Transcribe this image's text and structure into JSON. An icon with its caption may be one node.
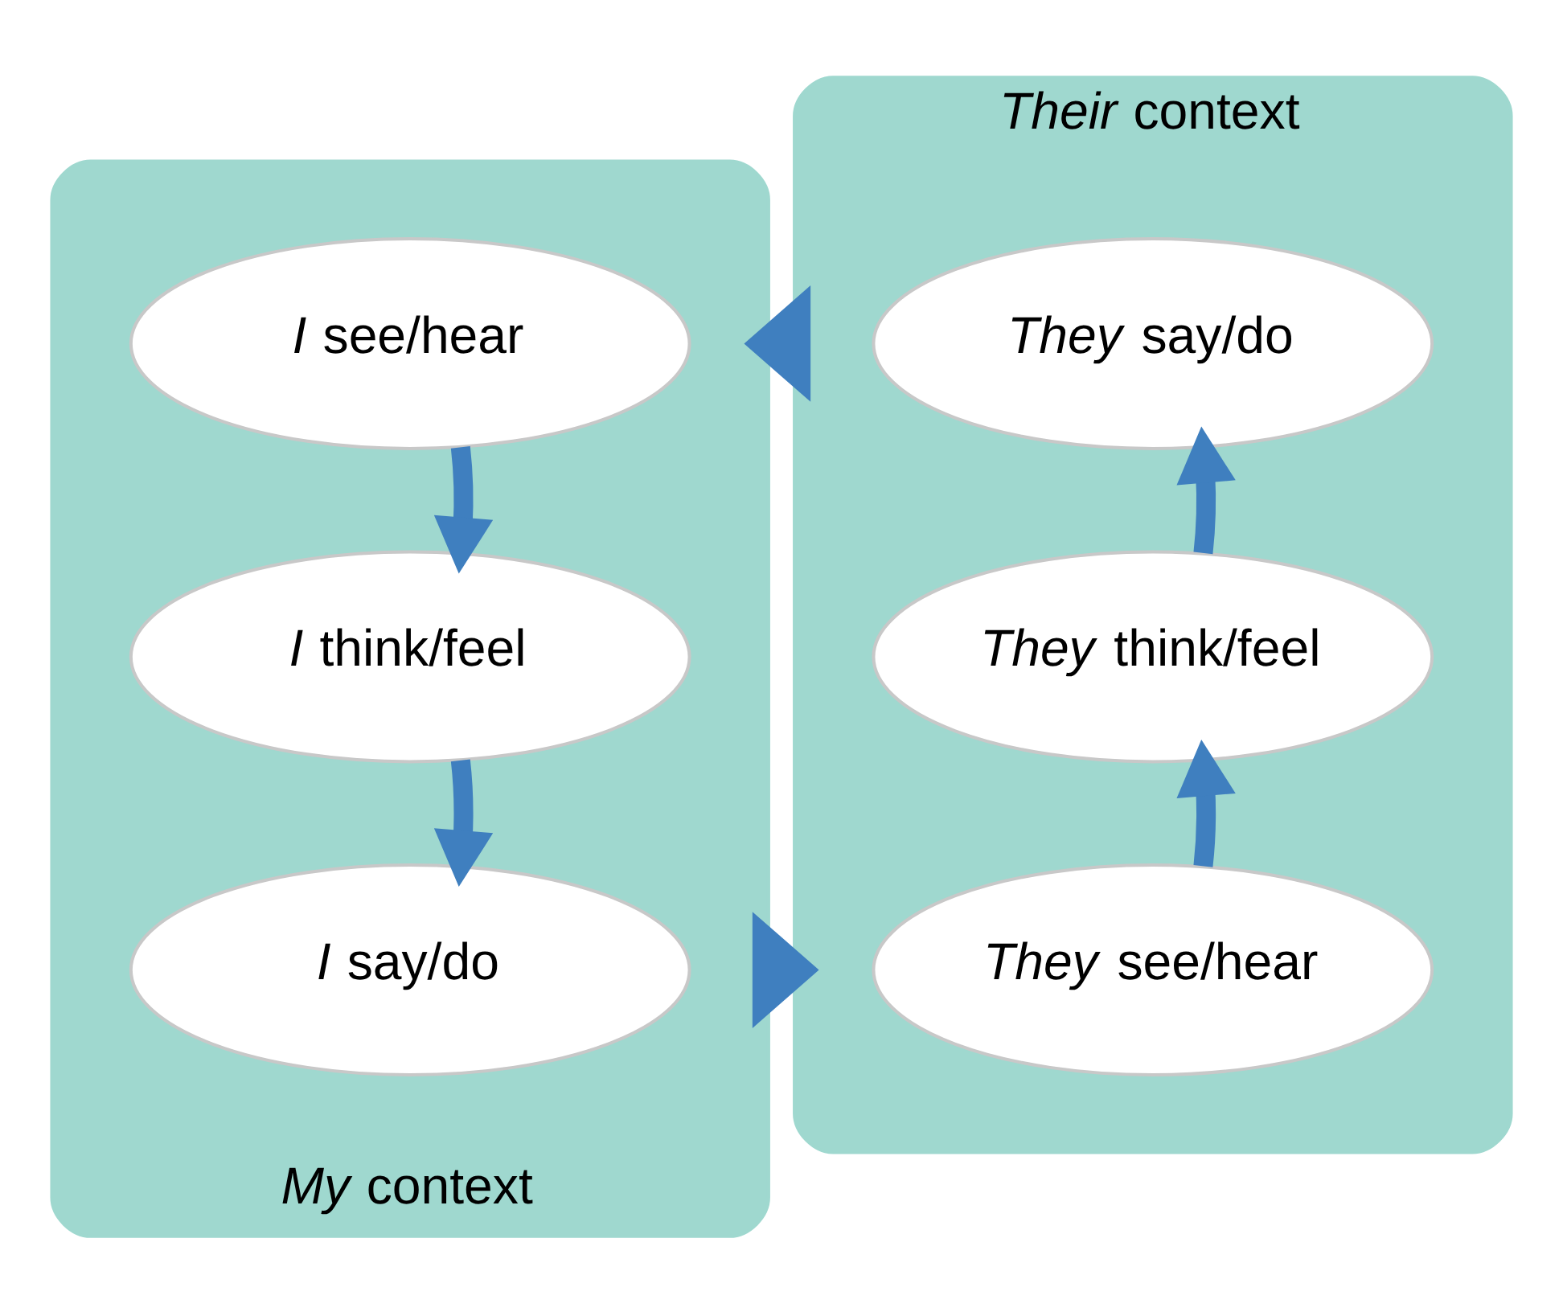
{
  "diagram": {
    "nodes": [
      {
        "text": [
          "*My* context"
        ]
      },
      {
        "text": [
          "*I* see/hear"
        ],
        "in": 0
      },
      {
        "text": [
          "*I* think/feel"
        ],
        "in": 0
      },
      {
        "text": [
          "*I* say/do"
        ],
        "in": 0
      },
      {
        "text": [
          "*Their* context"
        ]
      },
      {
        "text": [
          "*They* say/do"
        ],
        "in": 4
      },
      {
        "text": [
          "*They* think/feel"
        ],
        "in": 4
      },
      {
        "text": [
          "*They* see/hear"
        ],
        "in": 4
      }
    ],
    "edges": [
      {
        "from": 1,
        "to": 2,
        "arrow": "to"
      },
      {
        "from": 2,
        "to": 3,
        "arrow": "to"
      },
      {
        "from": 7,
        "to": 6,
        "arrow": "to"
      },
      {
        "from": 6,
        "to": 5,
        "arrow": "to"
      },
      {
        "from": 0,
        "to": 4,
        "arrow": "to",
        "style": "thick"
      },
      {
        "from": 4,
        "to": 0,
        "arrow": "to",
        "style": "thick"
      }
    ]
  }
}
